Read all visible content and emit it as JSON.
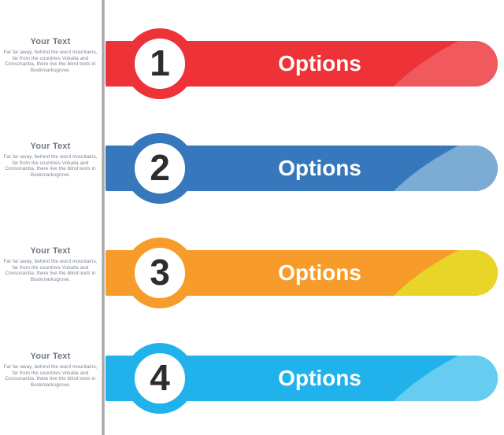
{
  "line_color": "#ABABAB",
  "number_color": "#2D2D2D",
  "label_color": "#FFFFFF",
  "heading_color": "#6E7884",
  "description_color": "#7E8894",
  "rows": [
    {
      "number": "1",
      "label": "Options",
      "heading": "Your Text",
      "description": "Far far away, behind the word mountains, far from the countries Vokalia and Consonantia, there live the blind texts in Bookmarksgrove.",
      "color": "#ED3238",
      "accent": "#F05A5F"
    },
    {
      "number": "2",
      "label": "Options",
      "heading": "Your Text",
      "description": "Far far away, behind the word mountains, far from the countries Vokalia and Consonantia, there live the blind texts in Bookmarksgrove.",
      "color": "#3778BC",
      "accent": "#7CABD4"
    },
    {
      "number": "3",
      "label": "Options",
      "heading": "Your Text",
      "description": "Far far away, behind the word mountains, far from the countries Vokalia and Consonantia, there live the blind texts in Bookmarksgrove.",
      "color": "#F79C2A",
      "accent": "#E8D528"
    },
    {
      "number": "4",
      "label": "Options",
      "heading": "Your Text",
      "description": "Far far away, behind the word mountains, far from the countries Vokalia and Consonantia, there live the blind texts in Bookmarksgrove.",
      "color": "#22B2EB",
      "accent": "#66CDF1"
    }
  ]
}
